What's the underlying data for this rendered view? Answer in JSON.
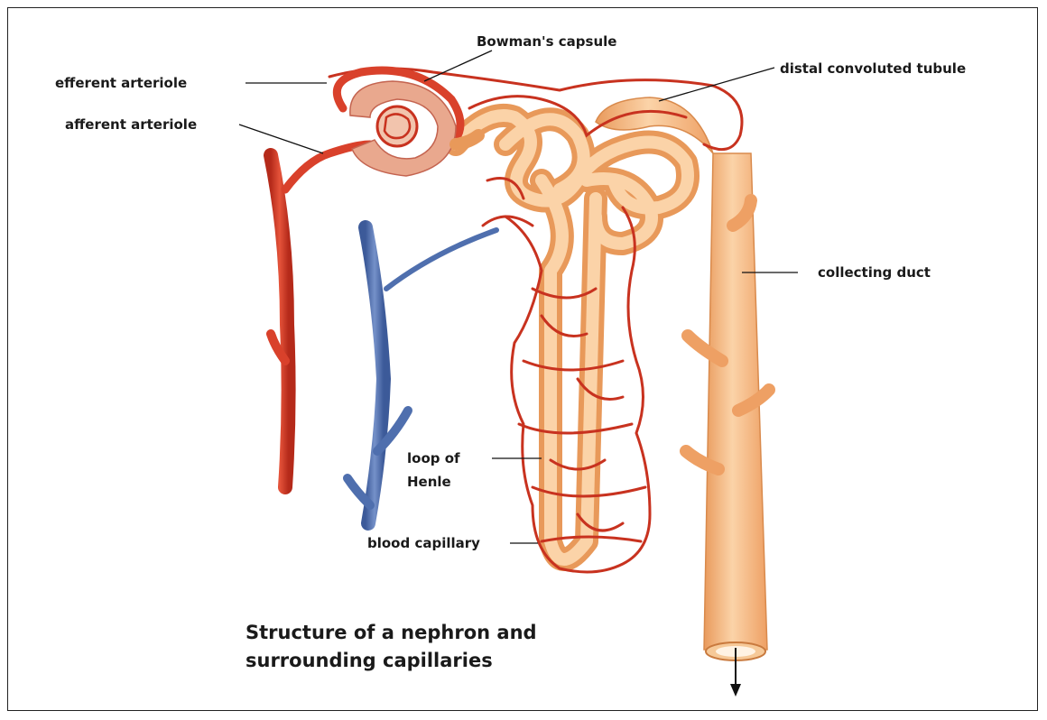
{
  "labels": {
    "bowmans_capsule": "Bowman's capsule",
    "efferent_arteriole": "efferent arteriole",
    "afferent_arteriole": "afferent arteriole",
    "distal_convoluted_tubule": "distal convoluted tubule",
    "collecting_duct": "collecting duct",
    "loop_of_henle_line1": "loop of",
    "loop_of_henle_line2": "Henle",
    "blood_capillary": "blood capillary"
  },
  "caption": {
    "line1": "Structure of a nephron and",
    "line2": "surrounding capillaries"
  },
  "colors": {
    "artery": "#d9412b",
    "vein": "#4f6fae",
    "tubule": "#f4b47a",
    "tubule_highlight": "#fbd9b3",
    "capillary": "#c8321f",
    "capsule": "#e9a88e"
  }
}
